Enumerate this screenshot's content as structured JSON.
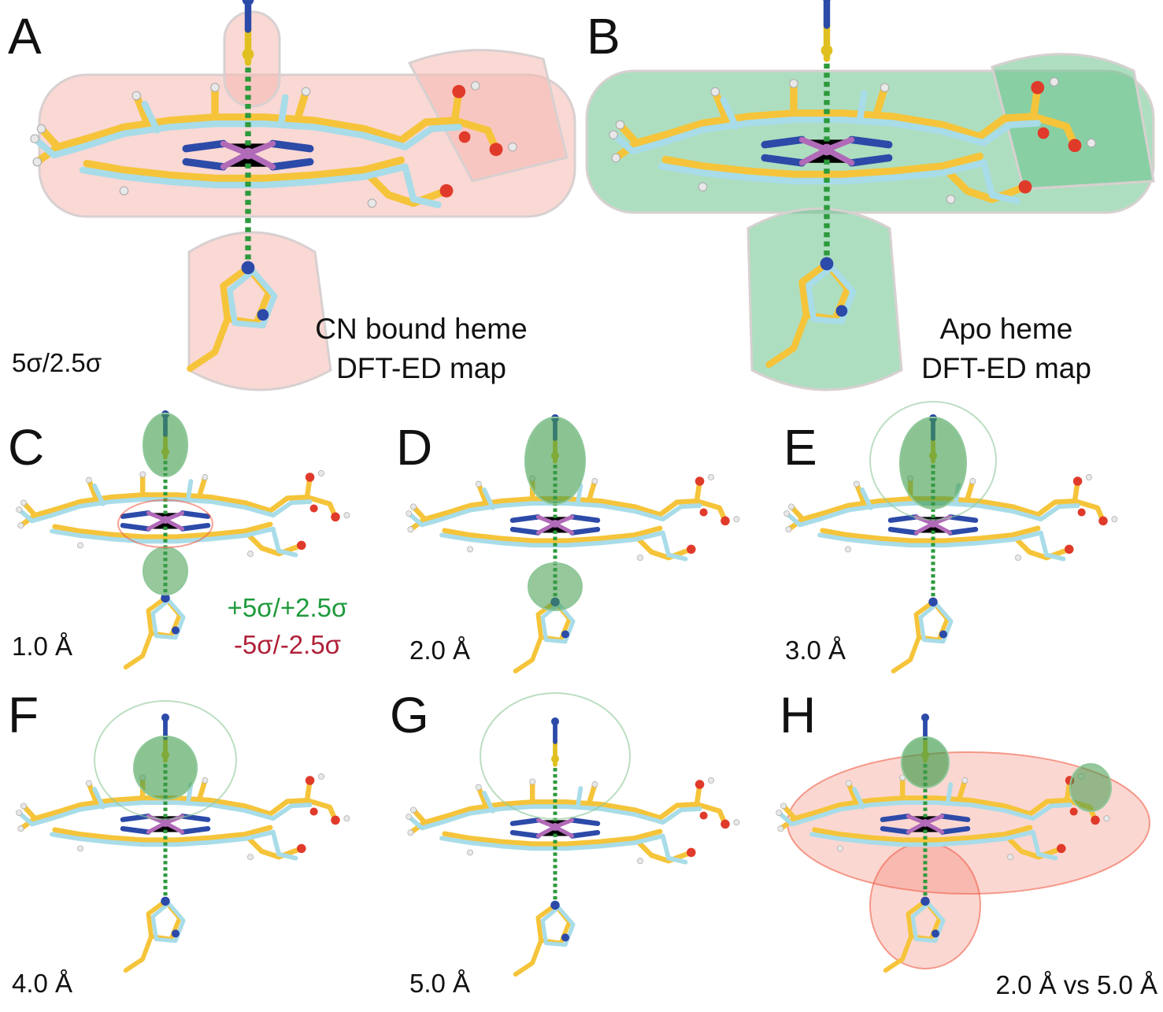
{
  "panels": {
    "A": {
      "letter": "A",
      "title_line1": "CN bound heme",
      "title_line2": "DFT-ED map",
      "threshold": "5σ/2.5σ"
    },
    "B": {
      "letter": "B",
      "title_line1": "Apo heme",
      "title_line2": "DFT-ED map"
    },
    "C": {
      "letter": "C",
      "resolution": "1.0 Å"
    },
    "D": {
      "letter": "D",
      "resolution": "2.0 Å"
    },
    "E": {
      "letter": "E",
      "resolution": "3.0 Å"
    },
    "F": {
      "letter": "F",
      "resolution": "4.0 Å"
    },
    "G": {
      "letter": "G",
      "resolution": "5.0 Å"
    },
    "H": {
      "letter": "H",
      "resolution": "2.0 Å vs 5.0 Å"
    }
  },
  "legend": {
    "positive": "+5σ/+2.5σ",
    "negative": "-5σ/-2.5σ"
  },
  "colors": {
    "positive_density": "#3f9b4a",
    "negative_density": "#f0604a",
    "positive_label": "#1f9a3c",
    "negative_label": "#b0213a",
    "cn_map": "#f6b8b0",
    "apo_map": "#6cc28c",
    "model_yellow": "#f5c43a",
    "model_cyan": "#a8dce8",
    "nitrogen": "#2c4aa8",
    "iron": "#b06ab8",
    "oxygen": "#e03a2a"
  }
}
